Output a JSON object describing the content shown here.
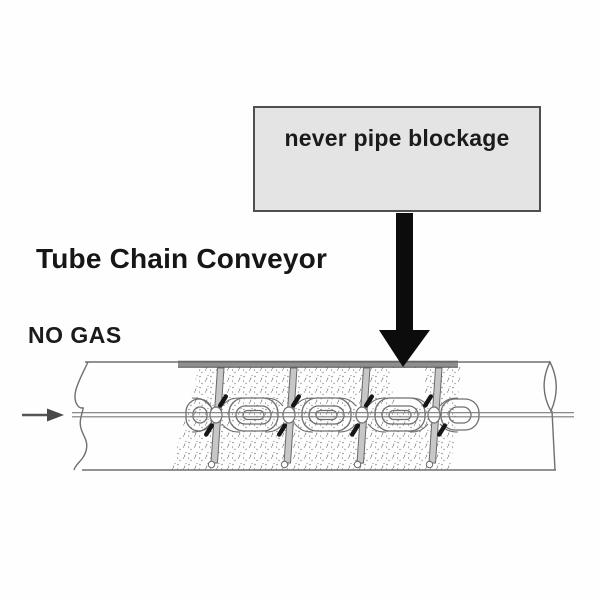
{
  "callout": {
    "text": "never pipe blockage",
    "bg_color": "#e4e4e4",
    "border_color": "#4f4f4f"
  },
  "labels": {
    "title": "Tube Chain Conveyor",
    "no_gas": "NO GAS"
  },
  "icons": {
    "down_arrow": "thick-black-down-arrow-pointing-at-pipe",
    "flow_arrow": "small-gray-right-arrow-at-pipe-inlet"
  },
  "colors": {
    "ink": "#1b1b1b",
    "arrow_black": "#0c0c0c",
    "line_gray": "#6f6f6f",
    "top_band_gray": "#8f8f8f",
    "disc_fill": "#c7c7c7",
    "stipple_dot": "#8c8c8c"
  }
}
